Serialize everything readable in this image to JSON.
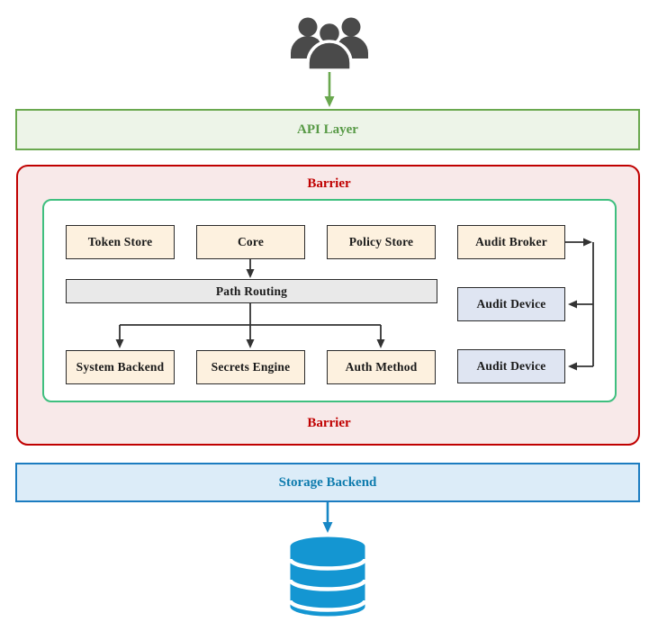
{
  "diagram": {
    "nodes": {
      "api_layer": {
        "label": "API Layer"
      },
      "barrier": {
        "label_top": "Barrier",
        "label_bottom": "Barrier"
      },
      "token_store": {
        "label": "Token Store"
      },
      "core": {
        "label": "Core"
      },
      "policy_store": {
        "label": "Policy Store"
      },
      "audit_broker": {
        "label": "Audit Broker"
      },
      "path_routing": {
        "label": "Path Routing"
      },
      "system_backend": {
        "label": "System Backend"
      },
      "secrets_engine": {
        "label": "Secrets Engine"
      },
      "auth_method": {
        "label": "Auth Method"
      },
      "audit_device_1": {
        "label": "Audit Device"
      },
      "audit_device_2": {
        "label": "Audit Device"
      },
      "storage_backend": {
        "label": "Storage Backend"
      }
    },
    "icons": {
      "users": "users-icon",
      "database": "database-cylinder-icon"
    },
    "edges": [
      "users -> api_layer",
      "core -> path_routing",
      "path_routing -> system_backend",
      "path_routing -> secrets_engine",
      "path_routing -> auth_method",
      "audit_broker -> audit_device_1",
      "audit_broker -> audit_device_2",
      "storage_backend -> database"
    ]
  },
  "colors": {
    "green_border": "#6aa84f",
    "green_fill": "#edf4e8",
    "green_text": "#589a46",
    "red": "#c00000",
    "red_fill": "#f8e9e9",
    "inner_green": "#3fbf7f",
    "node_border": "#2b2b2b",
    "cream_fill": "#fdf1df",
    "gray_fill": "#e9e9e9",
    "audit_fill": "#dfe5f2",
    "blue_border": "#1c7cc0",
    "blue_fill": "#dcecf8",
    "blue_text": "#0f7cae",
    "cylinder": "#1496d2",
    "arrow": "#333333",
    "users_gray": "#4a4a4a",
    "blue_arrow": "#1787c5"
  }
}
